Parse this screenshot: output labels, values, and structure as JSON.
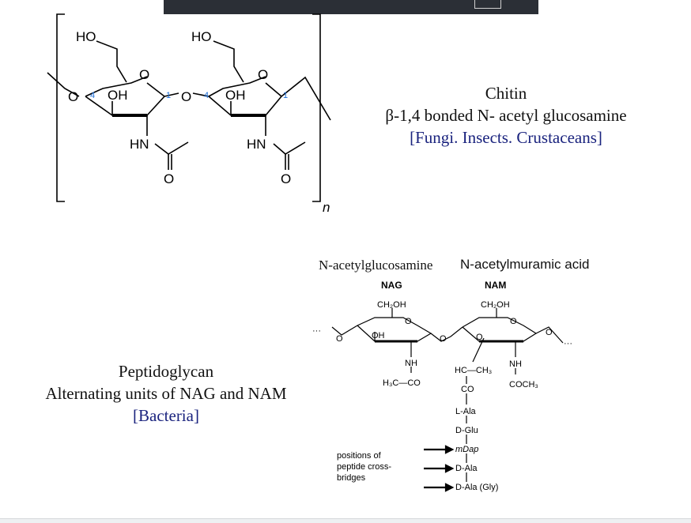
{
  "chitin": {
    "title": "Chitin",
    "description": "β-1,4 bonded N- acetyl glucosamine",
    "sources": "[Fungi. Insects. Crustaceans]",
    "structure": {
      "ho_left": "HO",
      "ho_right": "HO",
      "oh_left": "OH",
      "oh_right": "OH",
      "ring_o": "O",
      "link_o": "O",
      "pos4": "4",
      "pos1": "1",
      "hn": "HN",
      "carbonyl_o": "O",
      "repeat": "n"
    }
  },
  "peptidoglycan": {
    "title": "Peptidoglycan",
    "description": "Alternating units of NAG and NAM",
    "sources": "[Bacteria]",
    "nag_full": "N-acetylglucosamine",
    "nam_full": "N-acetylmuramic acid",
    "nag_abbr": "NAG",
    "nam_abbr": "NAM",
    "structure": {
      "ch2oh": "CH₂OH",
      "oh": "OH",
      "o": "O",
      "nh": "NH",
      "h3c_co": "H₃C—CO",
      "hc_ch3": "HC—CH₃",
      "co": "CO",
      "coch3": "COCH₃",
      "dots": "···",
      "chain": [
        "L-Ala",
        "D-Glu",
        "mDap",
        "D-Ala",
        "D-Ala (Gly)"
      ],
      "crossbridge_note": [
        "positions of",
        "peptide cross-",
        "bridges"
      ]
    }
  }
}
